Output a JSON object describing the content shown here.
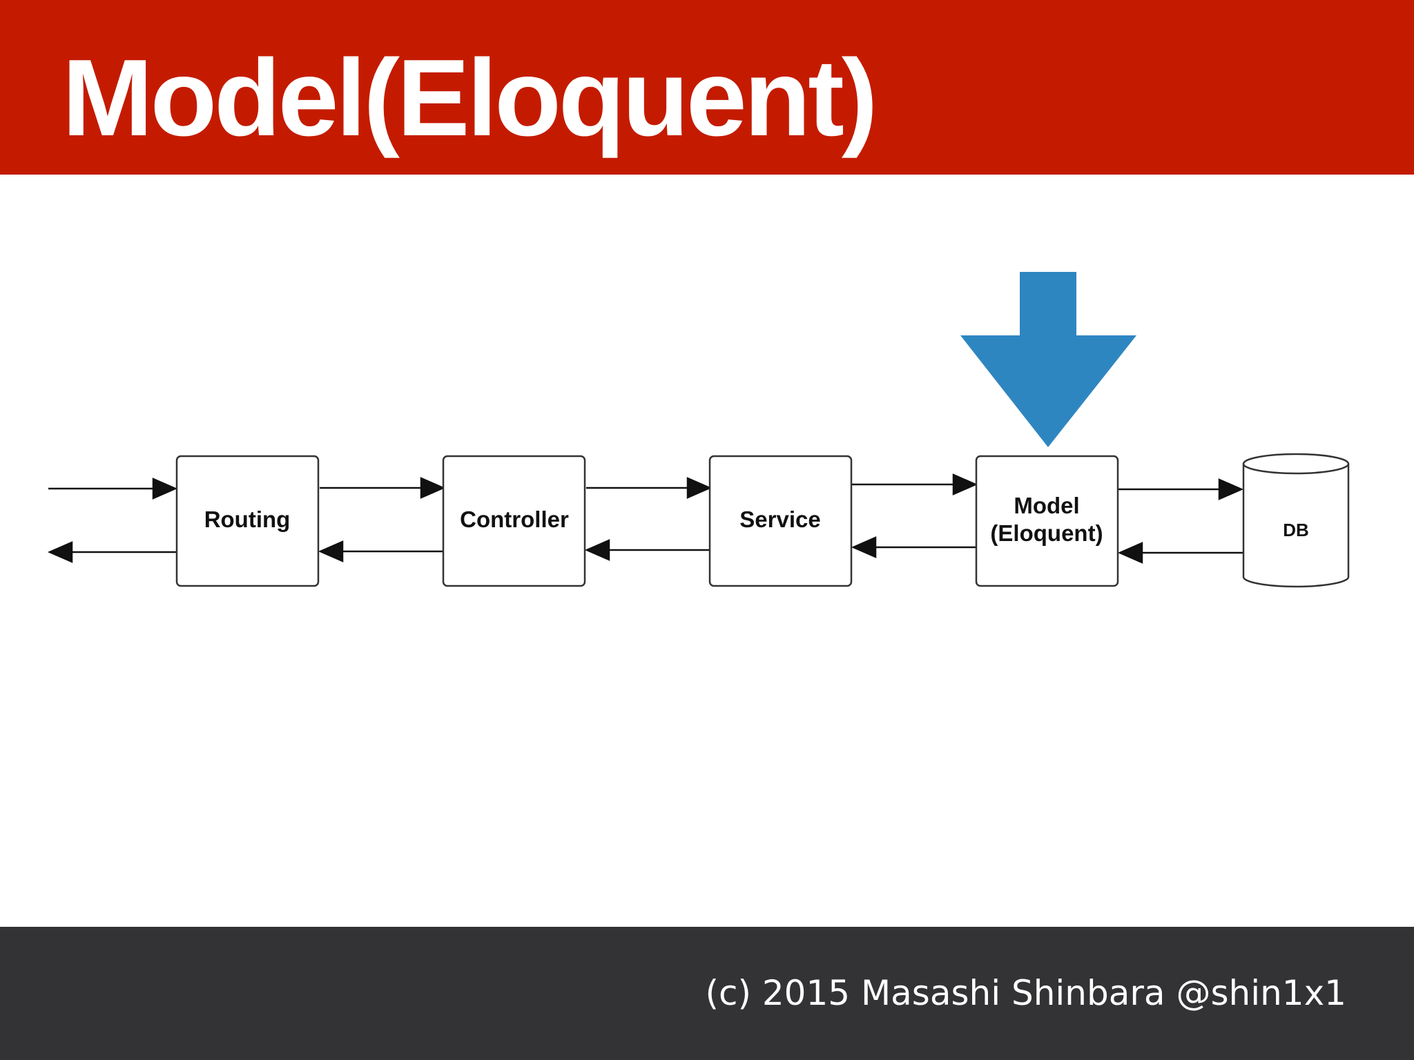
{
  "slide": {
    "title": "Model(Eloquent)",
    "footer": "(c) 2015 Masashi Shinbara @shin1x1"
  },
  "diagram": {
    "nodes": [
      {
        "id": "routing",
        "lines": [
          "Routing"
        ]
      },
      {
        "id": "controller",
        "lines": [
          "Controller"
        ]
      },
      {
        "id": "service",
        "lines": [
          "Service"
        ]
      },
      {
        "id": "model",
        "lines": [
          "Model",
          "(Eloquent)"
        ]
      },
      {
        "id": "db",
        "lines": [
          "DB"
        ]
      }
    ],
    "highlight": {
      "target": "model",
      "icon": "down-arrow-icon",
      "color": "#2e86c1"
    }
  },
  "colors": {
    "header": "#c41b00",
    "footer": "#333234",
    "highlight": "#2e86c1"
  }
}
